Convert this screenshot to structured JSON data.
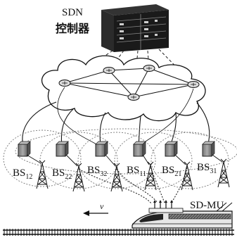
{
  "controller": {
    "line1": "SDN",
    "line2": "控制器"
  },
  "base_stations": [
    {
      "name": "BS",
      "sub": "12"
    },
    {
      "name": "BS",
      "sub": "22"
    },
    {
      "name": "BS",
      "sub": "32"
    },
    {
      "name": "BS",
      "sub": "11"
    },
    {
      "name": "BS",
      "sub": "21"
    },
    {
      "name": "BS",
      "sub": "31"
    }
  ],
  "velocity_label": "v",
  "mobile_unit_label": "SD-MU"
}
